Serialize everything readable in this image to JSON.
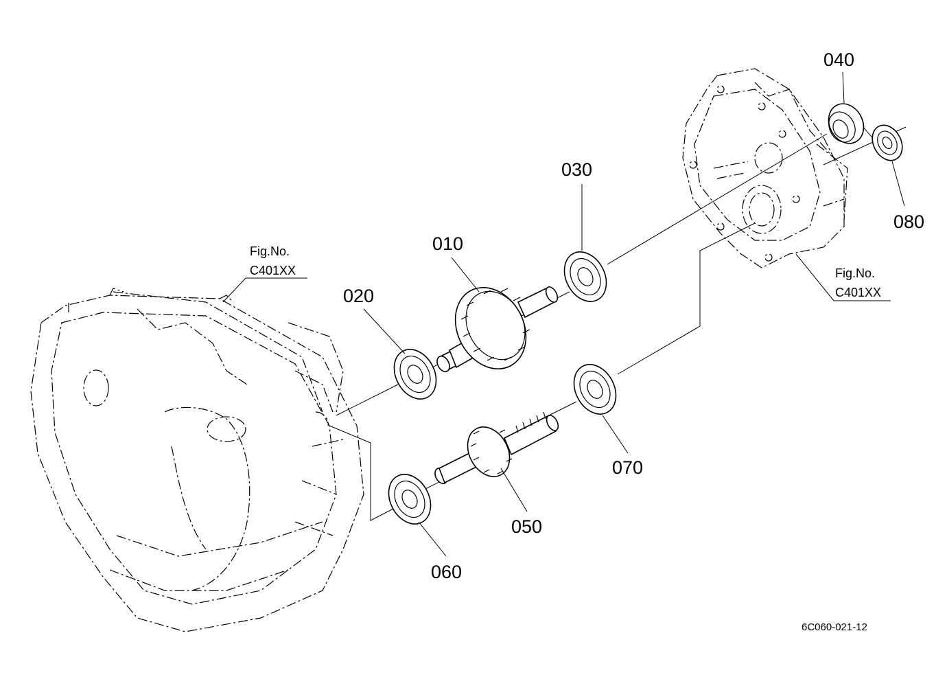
{
  "parts": {
    "p010": "010",
    "p020": "020",
    "p030": "030",
    "p040": "040",
    "p050": "050",
    "p060": "060",
    "p070": "070",
    "p080": "080"
  },
  "figref_left": {
    "line1": "Fig.No.",
    "line2": "C401XX"
  },
  "figref_right": {
    "line1": "Fig.No.",
    "line2": "C401XX"
  },
  "drawing_code": "6C060-021-12"
}
